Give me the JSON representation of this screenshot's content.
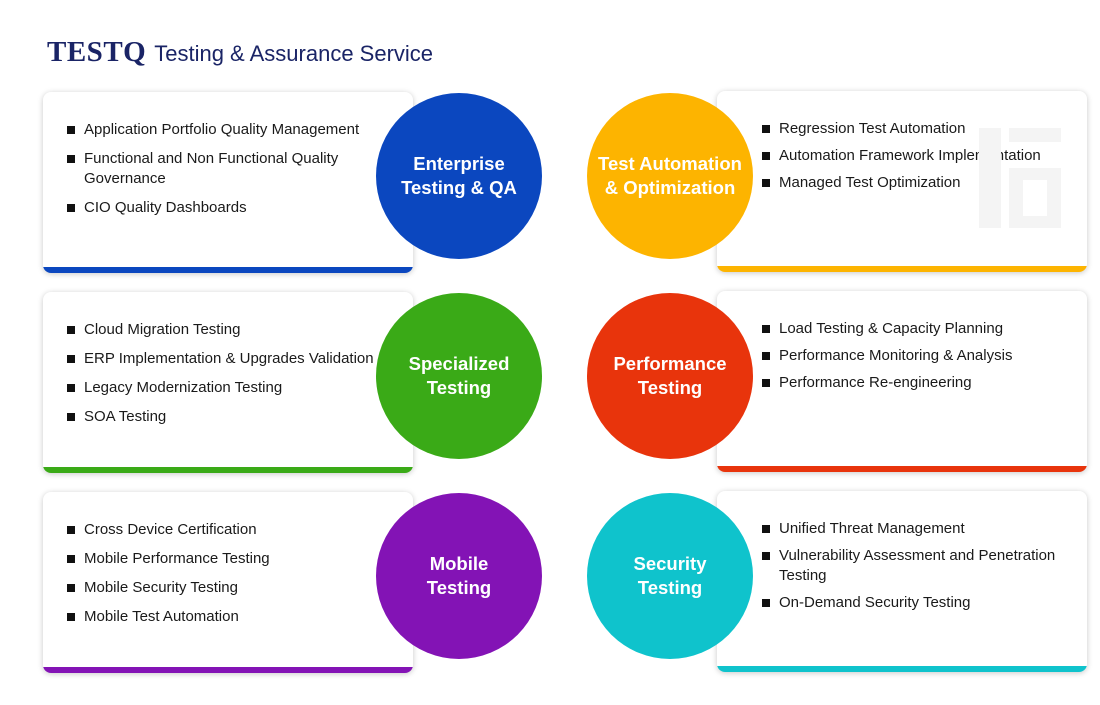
{
  "header": {
    "brand": "TESTQ",
    "subtitle": "Testing & Assurance Service"
  },
  "services": [
    {
      "title": "Enterprise\nTesting & QA",
      "color": "#0b47bf",
      "items": [
        "Application Portfolio Quality Management",
        "Functional and Non Functional Quality Governance",
        "CIO Quality Dashboards"
      ]
    },
    {
      "title": "Test Automation\n& Optimization",
      "color": "#fdb400",
      "items": [
        "Regression Test Automation",
        "Automation Framework Implementation",
        "Managed Test Optimization"
      ]
    },
    {
      "title": "Specialized\nTesting",
      "color": "#3aaa17",
      "items": [
        "Cloud Migration Testing",
        "ERP Implementation & Upgrades Validation",
        "Legacy Modernization Testing",
        "SOA Testing"
      ]
    },
    {
      "title": "Performance\nTesting",
      "color": "#e8340c",
      "items": [
        "Load Testing & Capacity Planning",
        "Performance Monitoring & Analysis",
        "Performance Re-engineering"
      ]
    },
    {
      "title": "Mobile\nTesting",
      "color": "#8313b5",
      "items": [
        "Cross Device Certification",
        "Mobile Performance Testing",
        "Mobile Security Testing",
        "Mobile Test Automation"
      ]
    },
    {
      "title": "Security\nTesting",
      "color": "#0fc3cc",
      "items": [
        "Unified Threat Management",
        "Vulnerability Assessment and Penetration Testing",
        "On-Demand Security Testing"
      ]
    }
  ]
}
